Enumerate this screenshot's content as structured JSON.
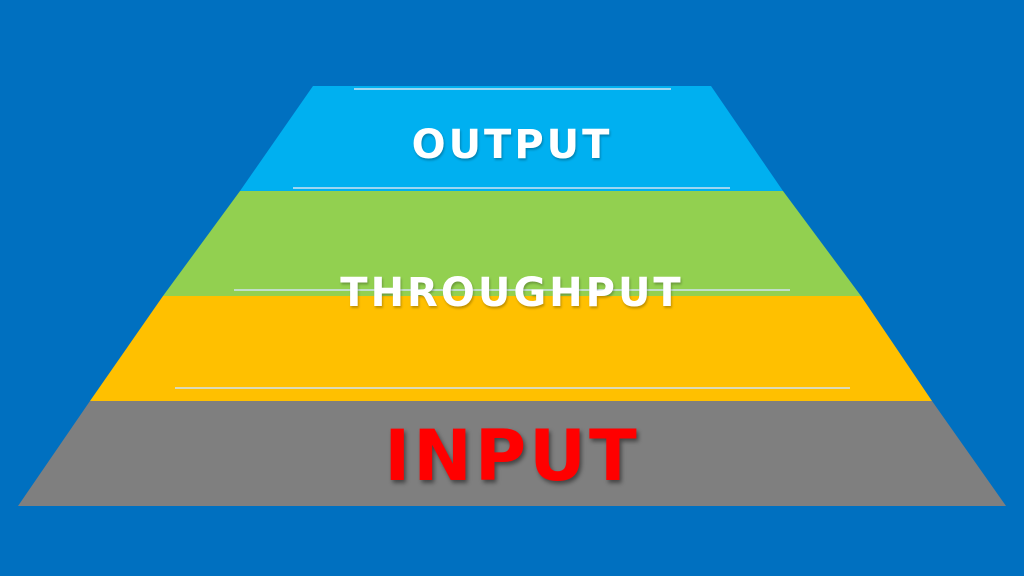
{
  "pyramid": {
    "layers": [
      {
        "id": "output",
        "label": "OUTPUT",
        "color": "#00b0f0",
        "label_color": "#ffffff"
      },
      {
        "id": "throughput",
        "label": "THROUGHPUT",
        "color": "#92d050",
        "label_color": "#ffffff"
      },
      {
        "id": "yellow",
        "label": "",
        "color": "#ffc000"
      },
      {
        "id": "input",
        "label": "INPUT",
        "color": "#7f7f7f",
        "label_color": "#ff0000"
      }
    ],
    "background": "#0070c0",
    "separator_color": "#cfe3f2"
  }
}
